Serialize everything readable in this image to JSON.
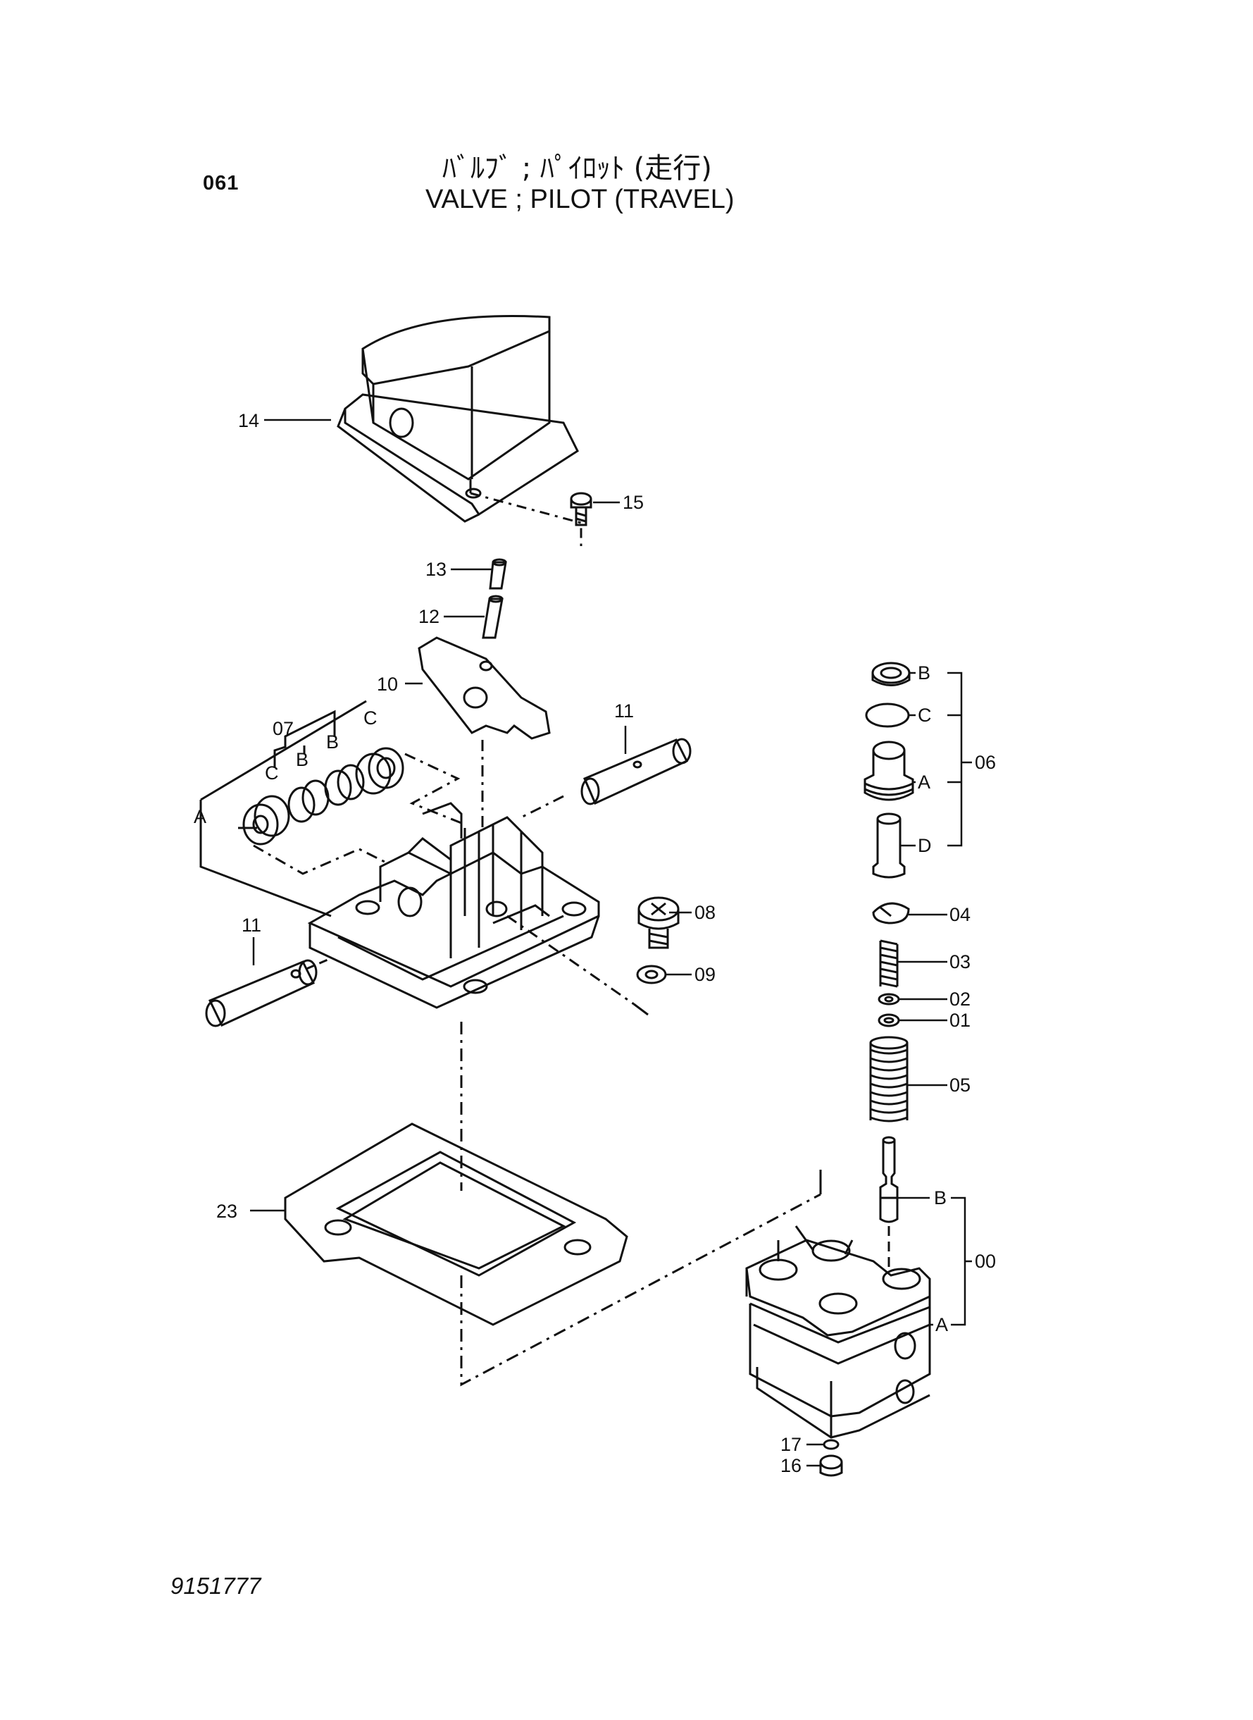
{
  "header": {
    "page_number": "061",
    "title_jp": "ﾊﾞﾙﾌﾞ ; ﾊﾟｲﾛｯﾄ (走行)",
    "title_en": "VALVE ; PILOT (TRAVEL)"
  },
  "footer": {
    "code": "9151777"
  },
  "callouts": {
    "p14": "14",
    "p15": "15",
    "p13": "13",
    "p12": "12",
    "p10": "10",
    "p11a": "11",
    "p11b": "11",
    "p07": "07",
    "c1": "C",
    "b1": "B",
    "b2": "B",
    "c2": "C",
    "a_left": "A",
    "p08": "08",
    "p09": "09",
    "p23": "23",
    "b06": "B",
    "c06": "C",
    "a06": "A",
    "d06": "D",
    "p06": "06",
    "p04": "04",
    "p03": "03",
    "p02": "02",
    "p01": "01",
    "p05": "05",
    "b00": "B",
    "a00": "A",
    "p00": "00",
    "p17": "17",
    "p16": "16"
  }
}
